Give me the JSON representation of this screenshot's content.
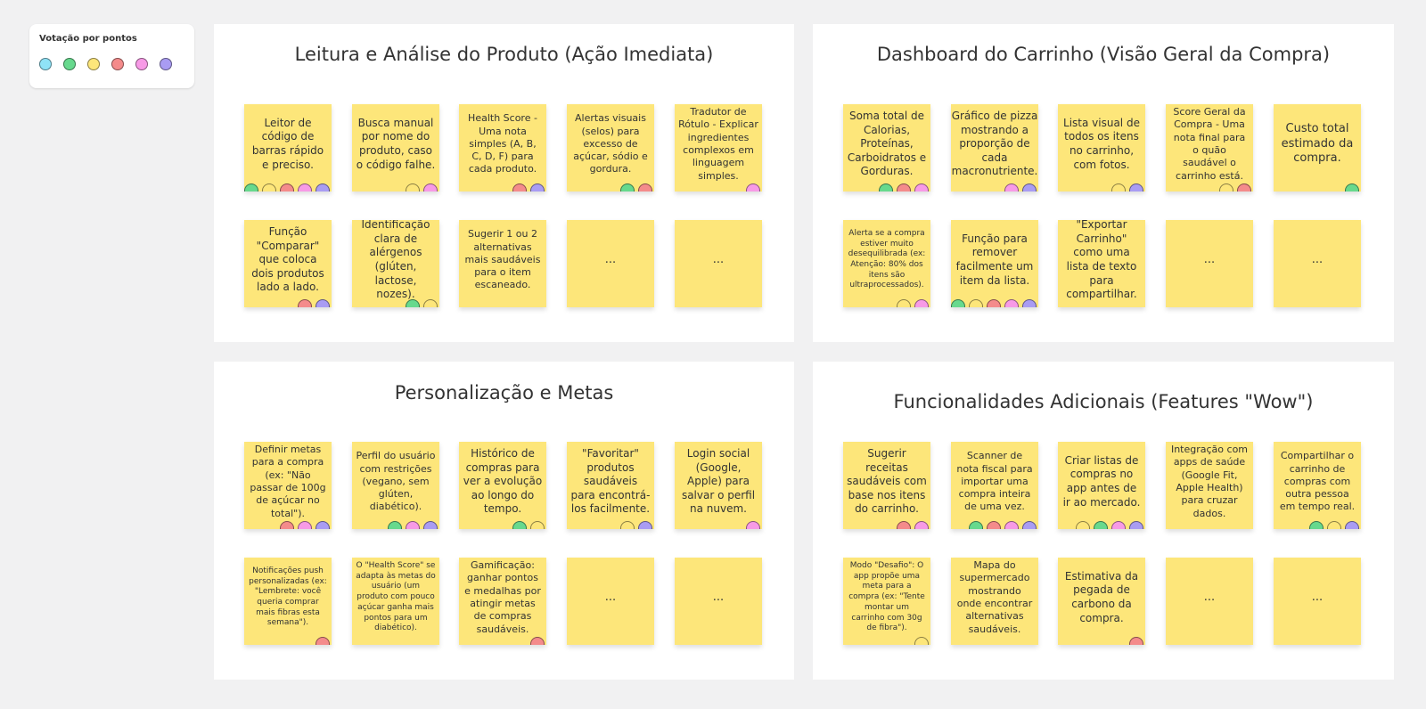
{
  "colors": {
    "blue": "#8fe3f7",
    "green": "#67d98d",
    "yellow": "#fde67a",
    "red": "#f48b8b",
    "pink": "#f79ae6",
    "purple": "#a99cf3"
  },
  "legend": {
    "title": "Votação por pontos",
    "dots": [
      "blue",
      "green",
      "yellow",
      "red",
      "pink",
      "purple"
    ]
  },
  "frames": [
    {
      "title": "Leitura e Análise do Produto (Ação Imediata)",
      "notes": [
        {
          "text": "Leitor de código de barras rápido e preciso.",
          "votes": [
            "green",
            "yellow",
            "red",
            "pink",
            "purple"
          ]
        },
        {
          "text": "Busca manual por nome do produto, caso o código falhe.",
          "votes": [
            "yellow",
            "pink"
          ]
        },
        {
          "text": "Health Score - Uma nota simples (A, B, C, D, F) para cada produto.",
          "votes": [
            "red",
            "purple"
          ]
        },
        {
          "text": "Alertas visuais (selos) para excesso de açúcar, sódio e gordura.",
          "votes": [
            "green",
            "red"
          ]
        },
        {
          "text": "Tradutor de Rótulo - Explicar ingredientes complexos em linguagem simples.",
          "votes": [
            "pink"
          ]
        },
        {
          "text": "Função \"Comparar\" que coloca dois produtos lado a lado.",
          "votes": [
            "red",
            "purple"
          ]
        },
        {
          "text": "Identificação clara de alérgenos (glúten, lactose, nozes).",
          "votes": [
            "green",
            "yellow"
          ]
        },
        {
          "text": "Sugerir 1 ou 2 alternativas mais saudáveis para o item escaneado.",
          "votes": []
        },
        {
          "text": "...",
          "votes": []
        },
        {
          "text": "...",
          "votes": []
        }
      ]
    },
    {
      "title": "Dashboard do Carrinho (Visão Geral da Compra)",
      "notes": [
        {
          "text": "Soma total de Calorias, Proteínas, Carboidratos e Gorduras.",
          "votes": [
            "green",
            "red",
            "pink"
          ]
        },
        {
          "text": "Gráfico de pizza mostrando a proporção de cada macronutriente.",
          "votes": [
            "pink",
            "purple"
          ]
        },
        {
          "text": "Lista visual de todos os itens no carrinho, com fotos.",
          "votes": [
            "yellow",
            "purple"
          ]
        },
        {
          "text": "Score Geral da Compra - Uma nota final para o quão saudável o carrinho está.",
          "votes": [
            "yellow",
            "red"
          ]
        },
        {
          "text": "Custo total estimado da compra.",
          "votes": [
            "green"
          ]
        },
        {
          "text": "Alerta se a compra estiver muito desequilibrada (ex: Atenção: 80% dos itens são ultraprocessados).",
          "votes": [
            "yellow",
            "pink"
          ]
        },
        {
          "text": "Função para remover facilmente um item da lista.",
          "votes": [
            "green",
            "yellow",
            "red",
            "pink",
            "purple"
          ]
        },
        {
          "text": "\"Exportar Carrinho\" como uma lista de texto para compartilhar.",
          "votes": []
        },
        {
          "text": "...",
          "votes": []
        },
        {
          "text": "...",
          "votes": []
        }
      ]
    },
    {
      "title": "Personalização e Metas",
      "notes": [
        {
          "text": "Definir metas para a compra (ex: \"Não passar de 100g de açúcar no total\").",
          "votes": [
            "red",
            "pink",
            "purple"
          ]
        },
        {
          "text": "Perfil do usuário com restrições (vegano, sem glúten, diabético).",
          "votes": [
            "green",
            "pink",
            "purple"
          ]
        },
        {
          "text": "Histórico de compras para ver a evolução ao longo do tempo.",
          "votes": [
            "green",
            "yellow"
          ]
        },
        {
          "text": "\"Favoritar\" produtos saudáveis para encontrá-los facilmente.",
          "votes": [
            "yellow",
            "purple"
          ]
        },
        {
          "text": "Login social (Google, Apple) para salvar o perfil na nuvem.",
          "votes": [
            "pink"
          ]
        },
        {
          "text": "Notificações push personalizadas (ex: \"Lembrete: você queria comprar mais fibras esta semana\").",
          "votes": [
            "red"
          ]
        },
        {
          "text": "O \"Health Score\" se adapta às metas do usuário (um produto com pouco açúcar ganha mais pontos para um diabético).",
          "votes": []
        },
        {
          "text": "Gamificação: ganhar pontos e medalhas por atingir metas de compras saudáveis.",
          "votes": [
            "red"
          ]
        },
        {
          "text": "...",
          "votes": []
        },
        {
          "text": "...",
          "votes": []
        }
      ]
    },
    {
      "title": "Funcionalidades Adicionais (Features \"Wow\")",
      "notes": [
        {
          "text": "Sugerir receitas saudáveis com base nos itens do carrinho.",
          "votes": [
            "red",
            "pink"
          ]
        },
        {
          "text": "Scanner de nota fiscal para importar uma compra inteira de uma vez.",
          "votes": [
            "green",
            "red",
            "pink",
            "purple"
          ]
        },
        {
          "text": "Criar listas de compras no app antes de ir ao mercado.",
          "votes": [
            "yellow",
            "green",
            "pink",
            "purple"
          ]
        },
        {
          "text": "Integração com apps de saúde (Google Fit, Apple Health) para cruzar dados.",
          "votes": []
        },
        {
          "text": "Compartilhar o carrinho de compras com outra pessoa em tempo real.",
          "votes": [
            "green",
            "yellow",
            "purple"
          ]
        },
        {
          "text": "Modo \"Desafio\": O app propõe uma meta para a compra (ex: \"Tente montar um carrinho com 30g de fibra\").",
          "votes": [
            "yellow"
          ]
        },
        {
          "text": "Mapa do supermercado mostrando onde encontrar alternativas saudáveis.",
          "votes": []
        },
        {
          "text": "Estimativa da pegada de carbono da compra.",
          "votes": [
            "red"
          ]
        },
        {
          "text": "...",
          "votes": []
        },
        {
          "text": "...",
          "votes": []
        }
      ]
    }
  ]
}
